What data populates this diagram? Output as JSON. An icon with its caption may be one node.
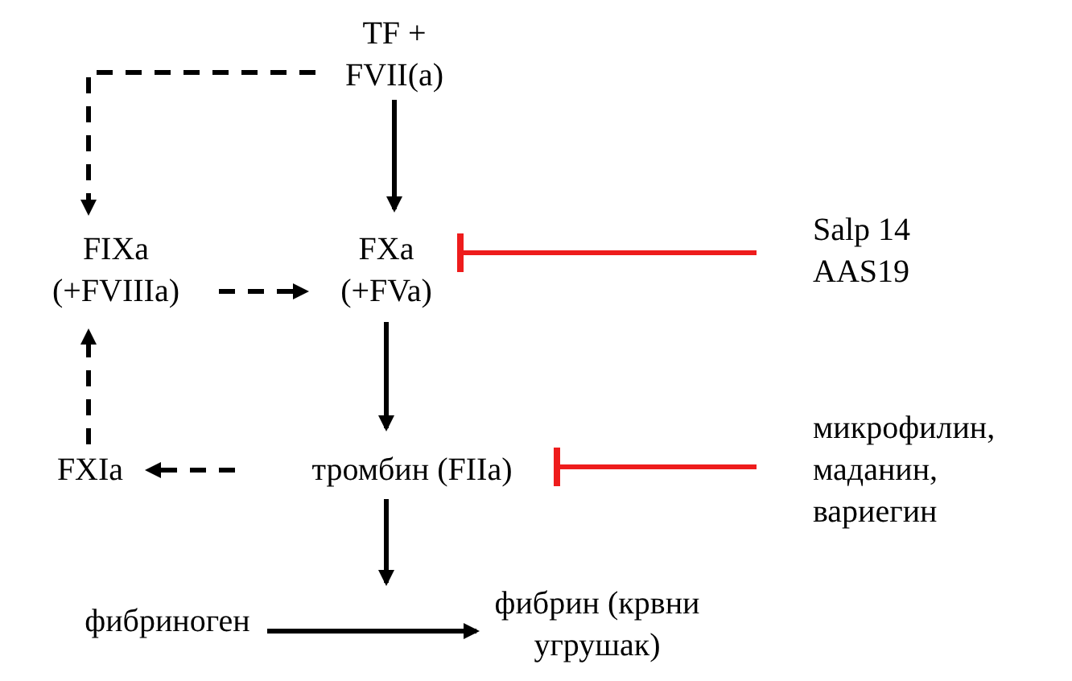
{
  "diagram": {
    "nodes": [
      {
        "text": [
          "TF + FVII(a)"
        ]
      },
      {
        "text": [
          "FXa (+FVa)"
        ]
      },
      {
        "text": [
          "FIXa (+FVIIIa)"
        ]
      },
      {
        "text": [
          "Salp 14 AAS19"
        ]
      },
      {
        "text": [
          "тромбин (FIIa)"
        ]
      },
      {
        "text": [
          "FXIa"
        ]
      },
      {
        "text": [
          "микрофилин, маданин, вариегин"
        ]
      },
      {
        "text": [
          "фибриноген"
        ]
      },
      {
        "text": [
          "фибрин (крвни угрушак)"
        ]
      }
    ],
    "edges": [
      {
        "from": 0,
        "to": 1,
        "arrow": "to"
      },
      {
        "from": 0,
        "to": 2,
        "arrow": "to",
        "style": "dashed"
      },
      {
        "from": 2,
        "to": 1,
        "arrow": "to",
        "style": "dashed"
      },
      {
        "from": 3,
        "to": 1,
        "arrow": "other",
        "color": "#ee1c1c"
      },
      {
        "from": 1,
        "to": 4,
        "arrow": "to"
      },
      {
        "from": 6,
        "to": 4,
        "arrow": "other",
        "color": "#ee1c1c"
      },
      {
        "from": 4,
        "to": 5,
        "arrow": "to",
        "style": "dashed"
      },
      {
        "from": 5,
        "to": 2,
        "arrow": "to",
        "style": "dashed"
      },
      {
        "from": 4,
        "to": null,
        "arrow": "to"
      },
      {
        "from": 7,
        "to": 8,
        "arrow": "to"
      }
    ]
  }
}
